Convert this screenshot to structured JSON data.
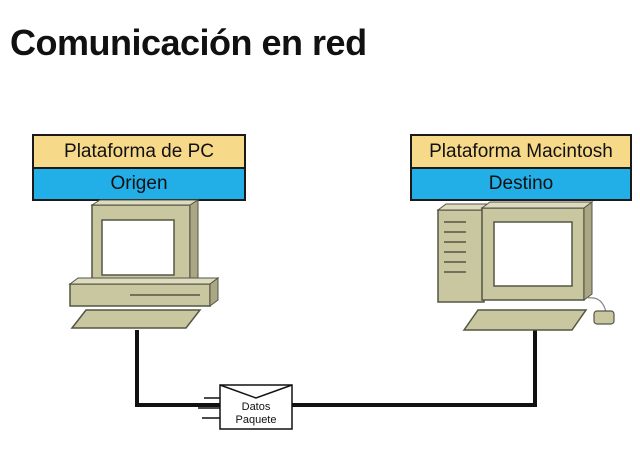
{
  "title": "Comunicación en red",
  "left_node": {
    "platform_label": "Plataforma de PC",
    "role_label": "Origen"
  },
  "right_node": {
    "platform_label": "Plataforma Macintosh",
    "role_label": "Destino"
  },
  "packet": {
    "line1": "Datos",
    "line2": "Paquete"
  },
  "colors": {
    "platform_fill": "#f7d98a",
    "role_fill": "#22aee6",
    "device_fill": "#c9c7a0",
    "screen_fill": "#ffffff",
    "cable": "#111111"
  }
}
